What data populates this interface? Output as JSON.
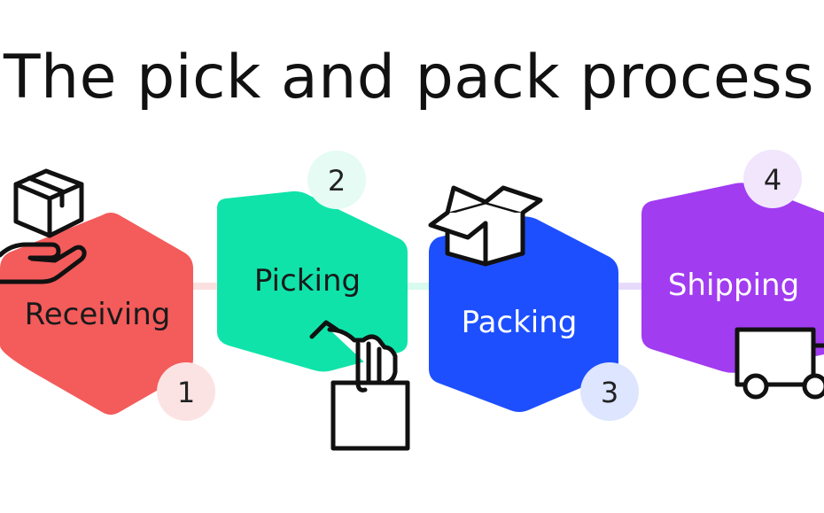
{
  "title": "The pick and pack process",
  "steps": [
    {
      "label": "Receiving",
      "number": "1",
      "color": "#F45B5B",
      "badge_color": "#FCE3E3",
      "text_color": "#1a1a1a",
      "icon": "box-on-hand-icon"
    },
    {
      "label": "Picking",
      "number": "2",
      "color": "#10E3AA",
      "badge_color": "#E5FBF3",
      "text_color": "#1a1a1a",
      "icon": "hand-picking-box-icon"
    },
    {
      "label": "Packing",
      "number": "3",
      "color": "#1D4FFF",
      "badge_color": "#DDE5FF",
      "text_color": "#ffffff",
      "icon": "open-box-icon"
    },
    {
      "label": "Shipping",
      "number": "4",
      "color": "#A13CF0",
      "badge_color": "#F1E6FC",
      "text_color": "#ffffff",
      "icon": "truck-icon"
    }
  ],
  "connector_colors": [
    "#FBE0E0",
    "#D9FAEE",
    "#E6DAFB"
  ]
}
